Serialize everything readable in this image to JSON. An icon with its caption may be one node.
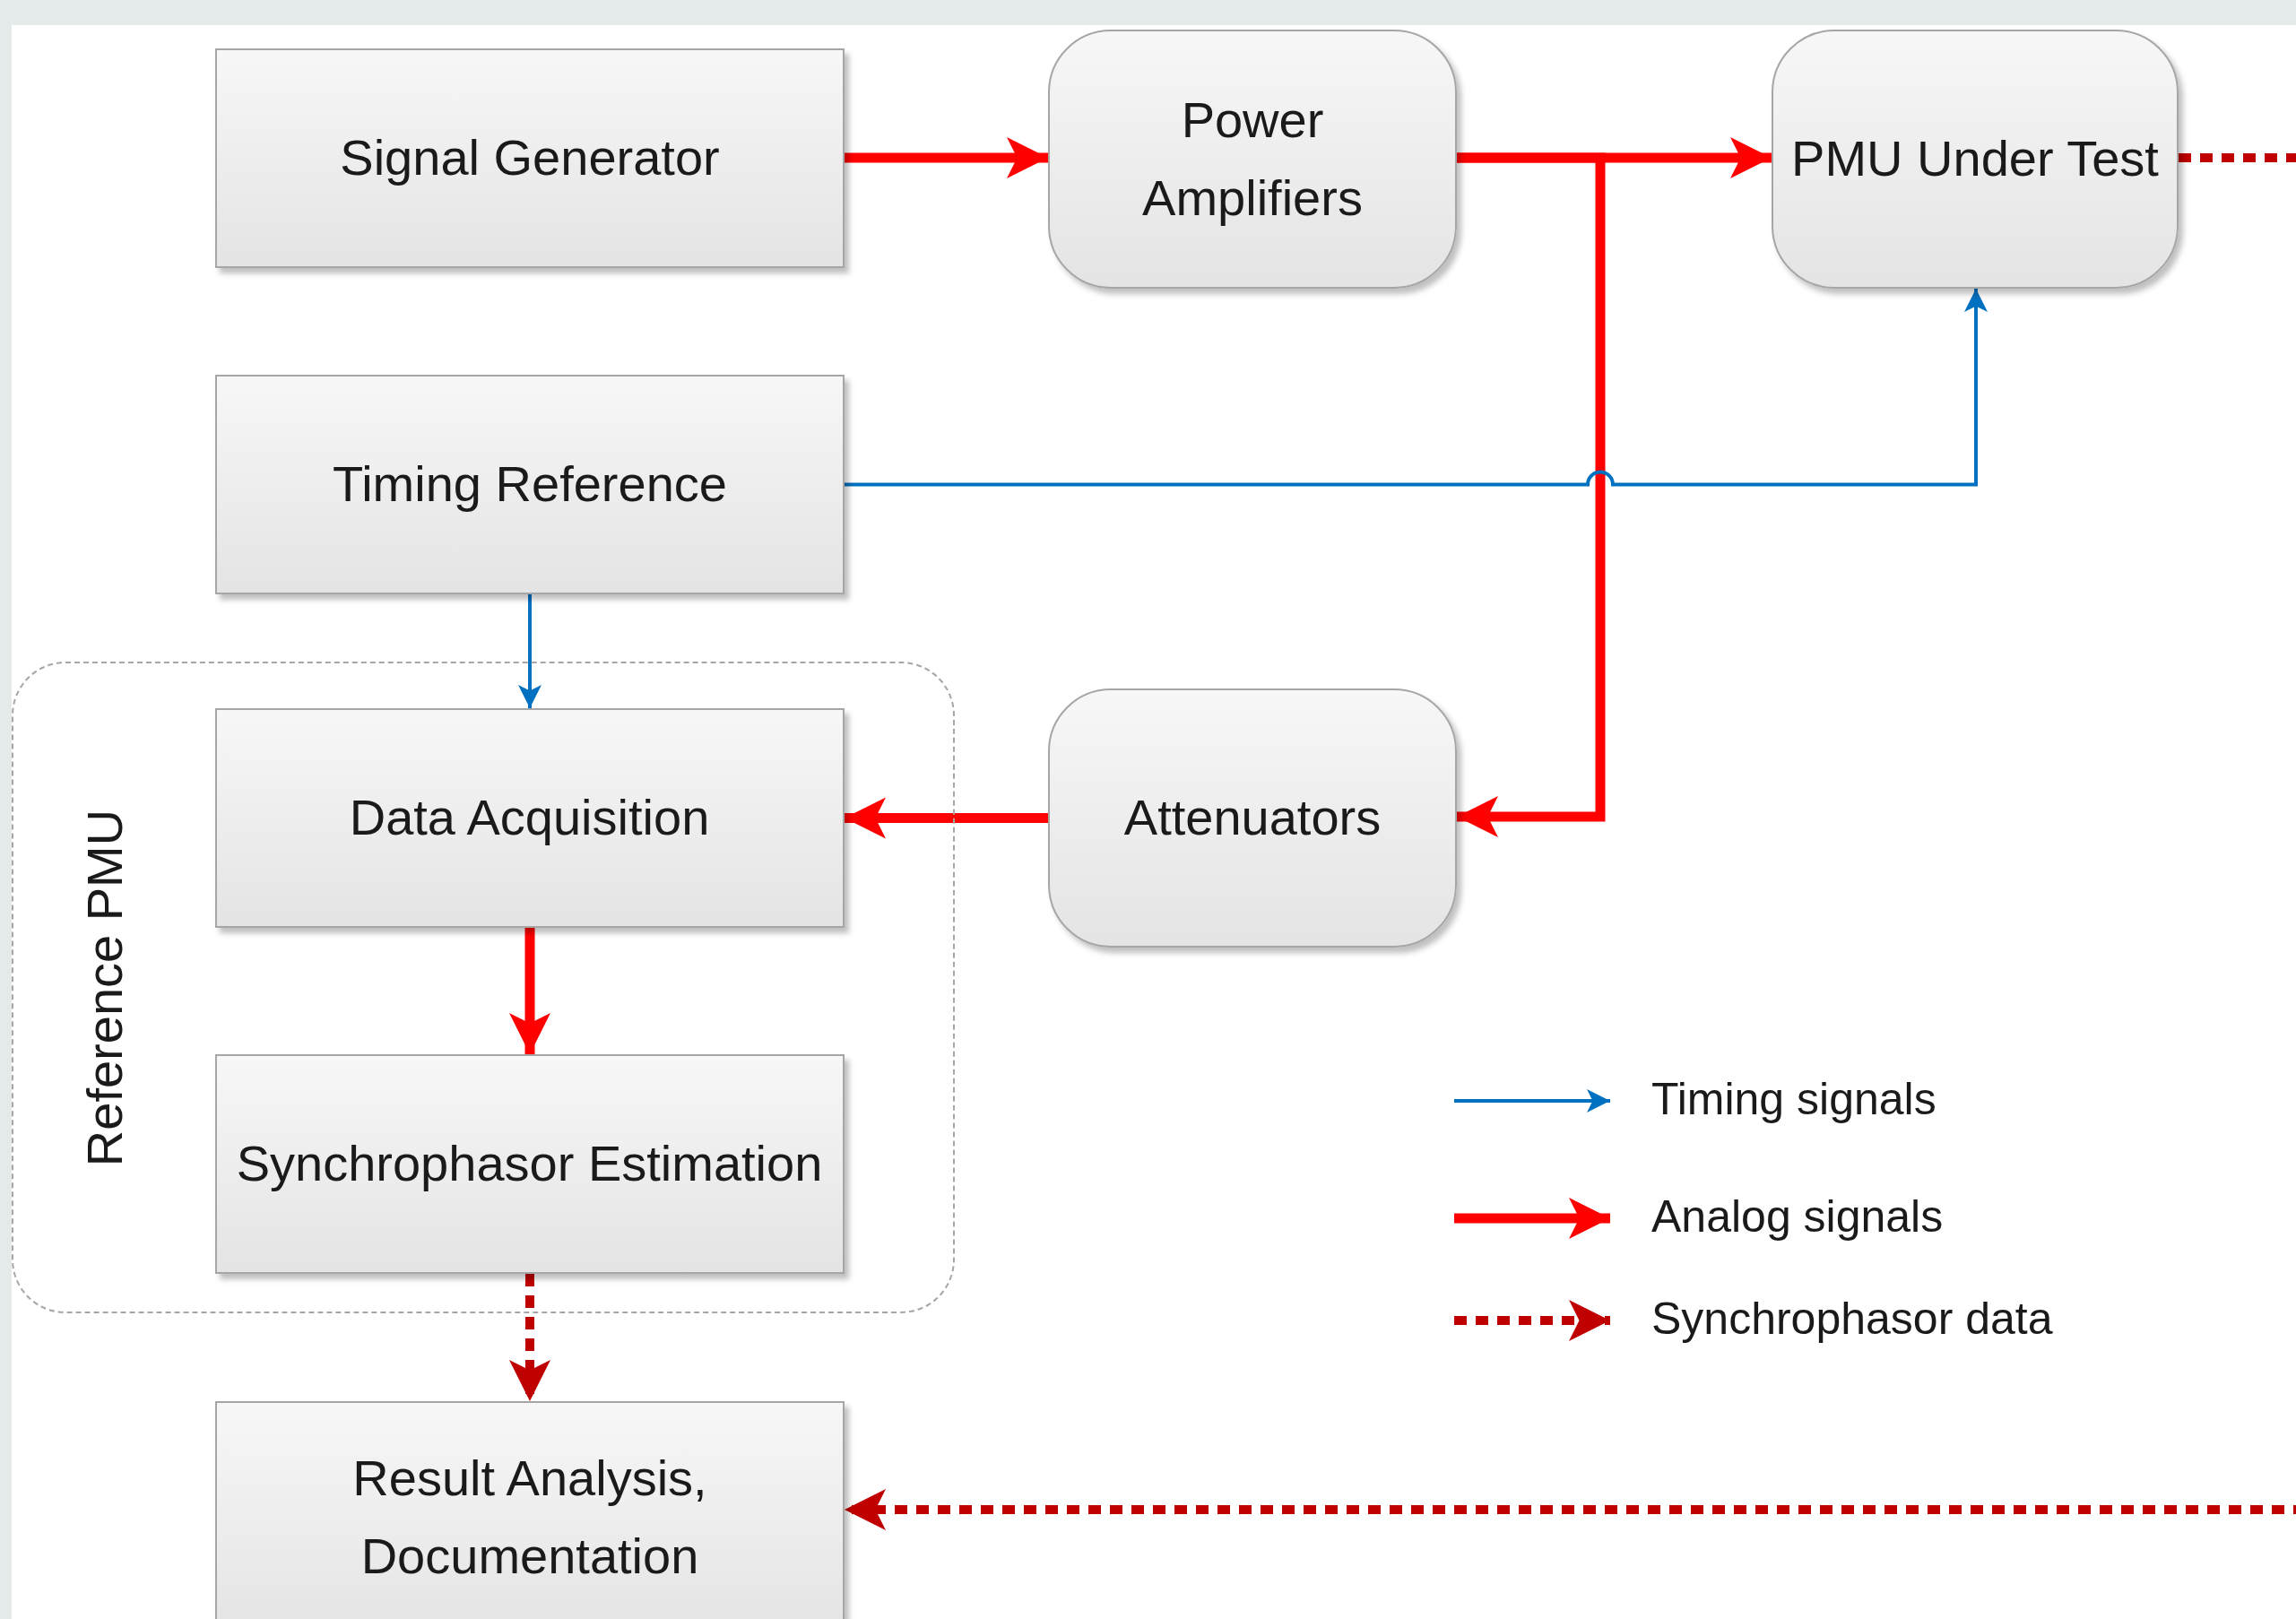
{
  "diagram": {
    "nodes": [
      {
        "text": [
          "Signal Generator"
        ]
      },
      {
        "text": [
          "Power Amplifiers"
        ]
      },
      {
        "text": [
          "PMU Under Test"
        ]
      },
      {
        "text": [
          "Timing Reference"
        ]
      },
      {
        "text": [
          "Reference PMU"
        ]
      },
      {
        "text": [
          "Data Acquisition"
        ],
        "in": 4
      },
      {
        "text": [
          "Attenuators"
        ]
      },
      {
        "text": [
          "Synchrophasor Estimation"
        ],
        "in": 4
      },
      {
        "text": [
          "Result Analysis, Documentation"
        ]
      }
    ],
    "edges": [
      {
        "from": 0,
        "to": 1,
        "arrow": "to",
        "color": "#ff0000"
      },
      {
        "from": 1,
        "to": 2,
        "arrow": "to",
        "color": "#ff0000"
      },
      {
        "from": 1,
        "to": 6,
        "arrow": "to",
        "color": "#ff0000"
      },
      {
        "from": 3,
        "to": 2,
        "arrow": "to",
        "color": "#0070c0"
      },
      {
        "from": 3,
        "to": 5,
        "arrow": "to",
        "color": "#0070c0"
      },
      {
        "from": 6,
        "to": 5,
        "arrow": "to",
        "color": "#ff0000"
      },
      {
        "from": 5,
        "to": 7,
        "arrow": "to",
        "color": "#ff0000"
      },
      {
        "from": 7,
        "to": 8,
        "arrow": "to",
        "style": "dashed",
        "color": "#c00000"
      },
      {
        "from": 2,
        "to": 8,
        "arrow": "to",
        "style": "dashed",
        "color": "#c00000"
      }
    ],
    "legend": [
      {
        "text": "Timing signals"
      },
      {
        "text": "Analog signals"
      },
      {
        "text": "Synchrophasor data"
      }
    ]
  }
}
